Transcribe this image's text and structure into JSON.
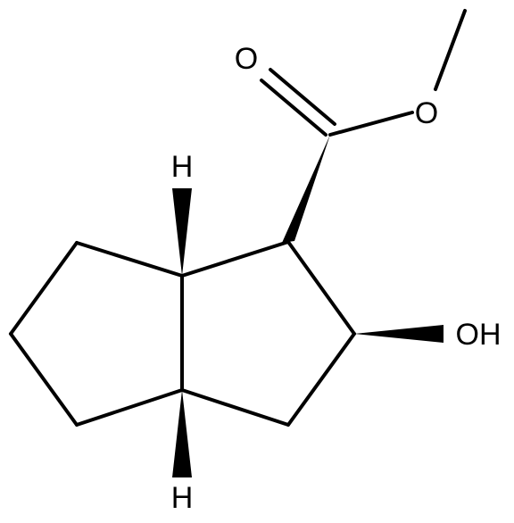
{
  "structure": {
    "atom_labels": {
      "carbonyl_oxygen": "O",
      "ester_oxygen": "O",
      "hydroxyl": "OH",
      "hydrogen_top": "H",
      "hydrogen_bottom": "H"
    },
    "colors": {
      "bond": "#000000",
      "background": "#ffffff"
    }
  }
}
